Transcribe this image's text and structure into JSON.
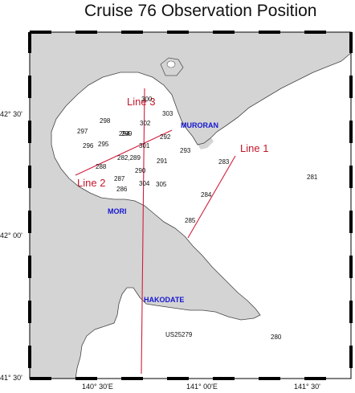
{
  "title": "Cruise 76 Observation Position",
  "colors": {
    "land": "#d4d4d4",
    "sea": "#ffffff",
    "line": "#d21d3c",
    "label_line": "#c2182b",
    "city": "#1515d0"
  },
  "lat_labels": [
    "42° 30'",
    "42° 00'",
    "41° 30'"
  ],
  "lon_labels": [
    "140° 30'E",
    "141° 00'E",
    "141° 30'"
  ],
  "cities": [
    "MURORAN",
    "MORI",
    "HAKODATE"
  ],
  "lines": [
    "Line 1",
    "Line 2",
    "Line 3"
  ],
  "stations": [
    "300",
    "299",
    "303",
    "298",
    "302",
    "297",
    "294",
    "292",
    "301",
    "296",
    "295",
    "293",
    "282,289",
    "291",
    "283",
    "288",
    "290",
    "287",
    "304",
    "305",
    "281",
    "286",
    "284",
    "285",
    "US25279",
    "280"
  ]
}
